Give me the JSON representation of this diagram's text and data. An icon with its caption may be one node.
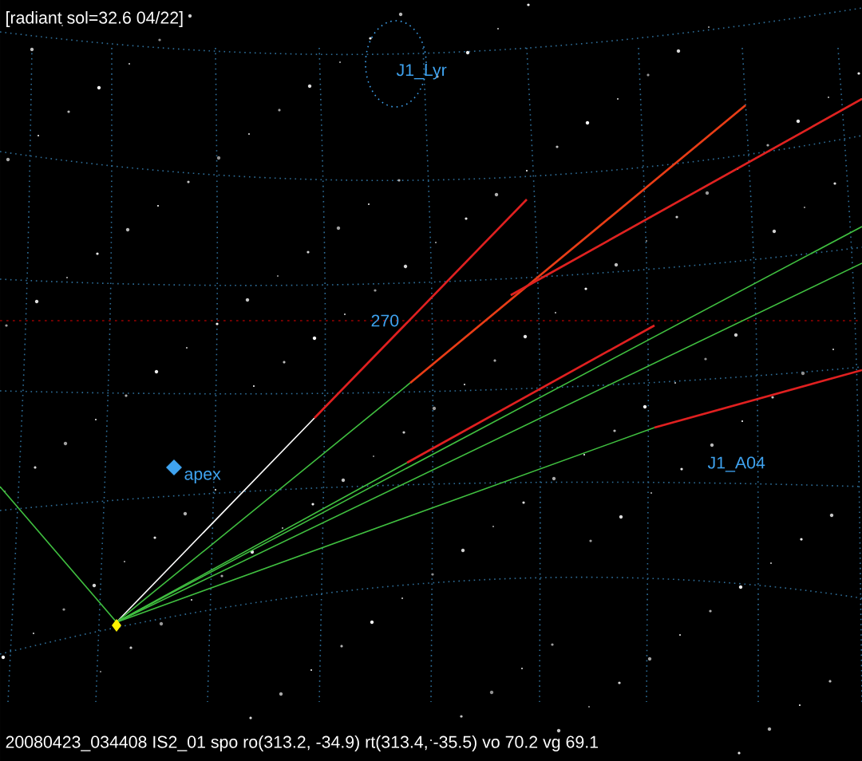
{
  "diagram": {
    "labels": [
      "[radiant sol=32.6 04/22]",
      "J1_Lyr",
      "270",
      "apex",
      "J1_A04",
      "20080423_034408 IS2_01 spo ro(313.2, -34.9) rt(313.4, -35.5) vo 70.2 vg 69.1"
    ]
  }
}
